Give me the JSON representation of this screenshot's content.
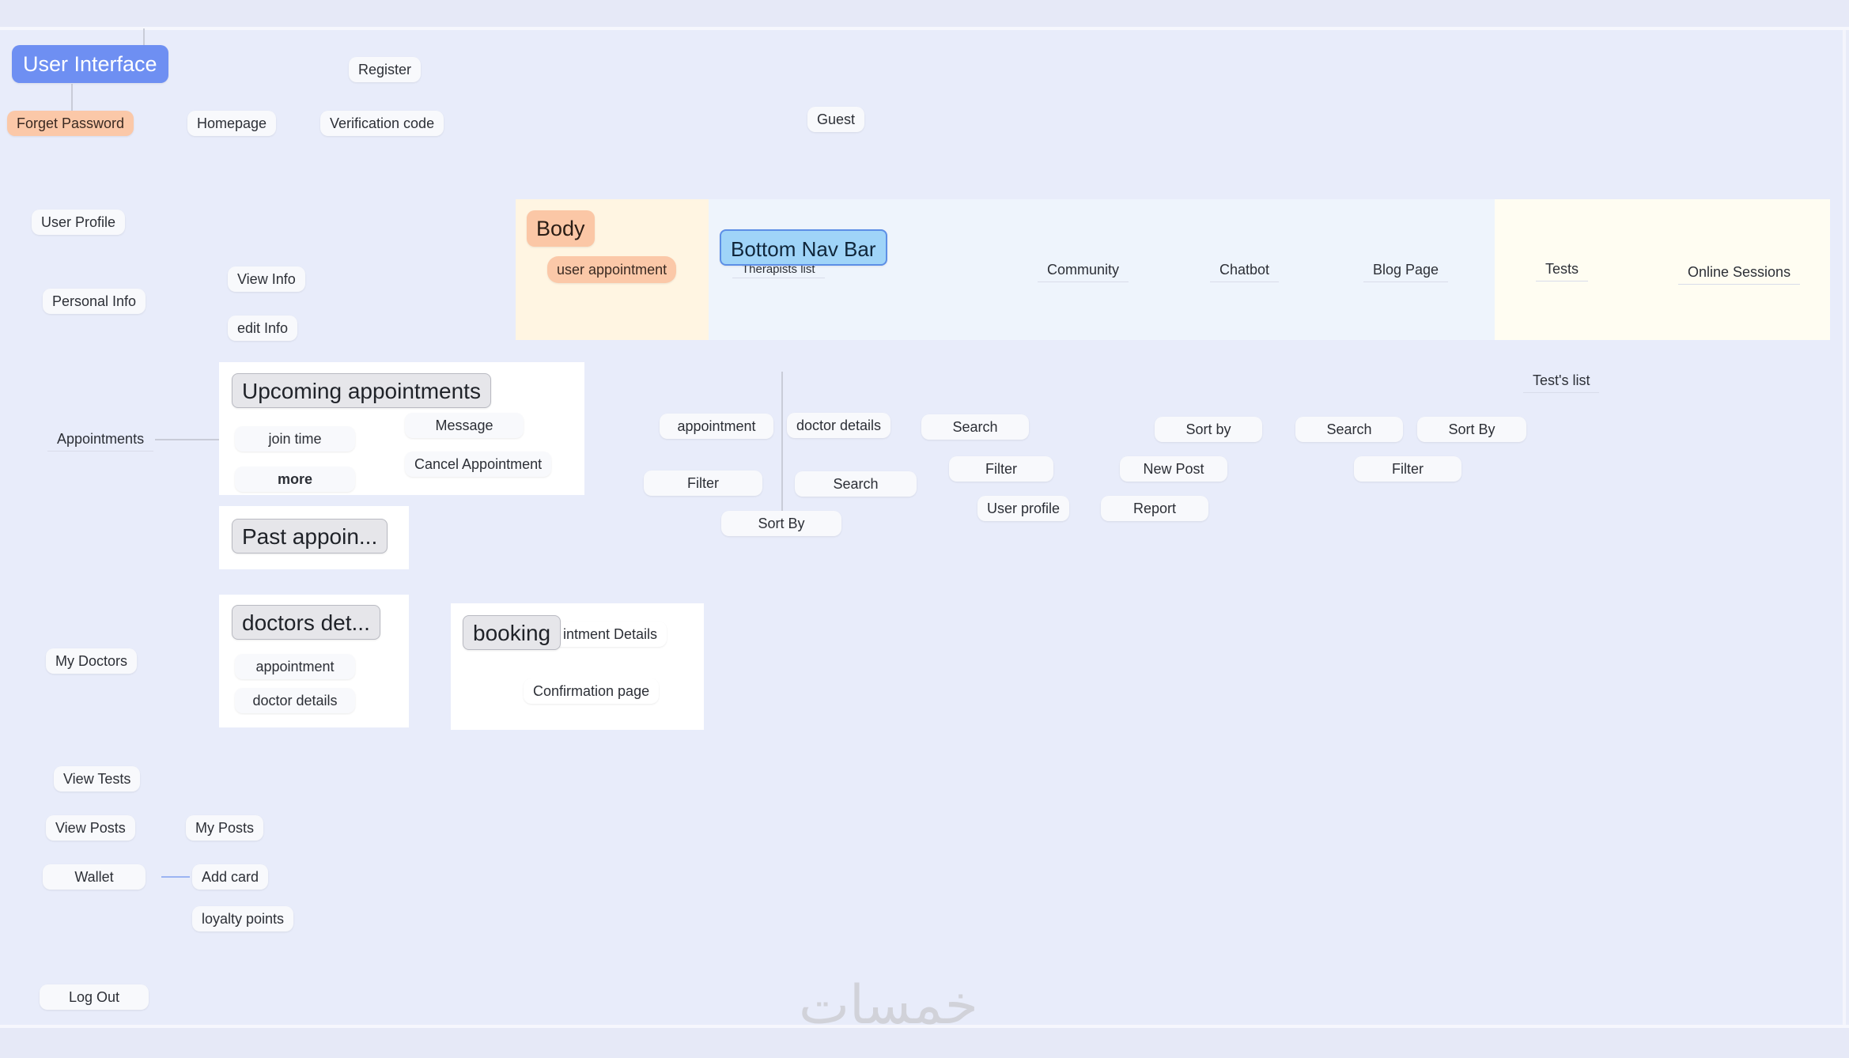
{
  "root": "User Interface",
  "top_row": {
    "register": "Register",
    "forget_password": "Forget Password",
    "homepage": "Homepage",
    "verification_code": "Verification code",
    "guest": "Guest"
  },
  "left_branch": {
    "user_profile": "User Profile",
    "personal_info": "Personal Info",
    "view_info": "View Info",
    "edit_info": "edit Info",
    "appointments": "Appointments",
    "upcoming": {
      "title": "Upcoming appointments",
      "join_time": "join time",
      "more": "more",
      "message": "Message",
      "cancel": "Cancel Appointment"
    },
    "past_title": "Past appoin...",
    "my_doctors": "My Doctors",
    "doctors": {
      "title": "doctors det...",
      "appointment": "appointment",
      "doctor_details": "doctor details"
    },
    "booking": {
      "title": "booking",
      "details": "intment Details",
      "confirmation": "Confirmation page"
    },
    "view_tests": "View Tests",
    "view_posts": "View Posts",
    "my_posts": "My Posts",
    "wallet": "Wallet",
    "add_card": "Add card",
    "loyalty_points": "loyalty points",
    "log_out": "Log Out"
  },
  "body": {
    "body_label": "Body",
    "user_appointment": "user appointment",
    "bottom_nav_bar": "Bottom Nav Bar",
    "therapists_list": "Therapists list",
    "community": "Community",
    "chatbot": "Chatbot",
    "blog_page": "Blog Page",
    "tests": "Tests",
    "online_sessions": "Online Sessions"
  },
  "therapists_children": {
    "appointment": "appointment",
    "doctor_details": "doctor details",
    "filter": "Filter",
    "search": "Search",
    "sort_by": "Sort By"
  },
  "community_children": {
    "search": "Search",
    "filter": "Filter",
    "user_profile": "User profile"
  },
  "chatbot_children": {
    "sort_by": "Sort by",
    "new_post": "New Post",
    "report": "Report"
  },
  "blog_children": {
    "search": "Search",
    "sort_by": "Sort By",
    "filter": "Filter"
  },
  "tests_children": {
    "tests_list": "Test's list"
  },
  "watermark": "خمسات"
}
